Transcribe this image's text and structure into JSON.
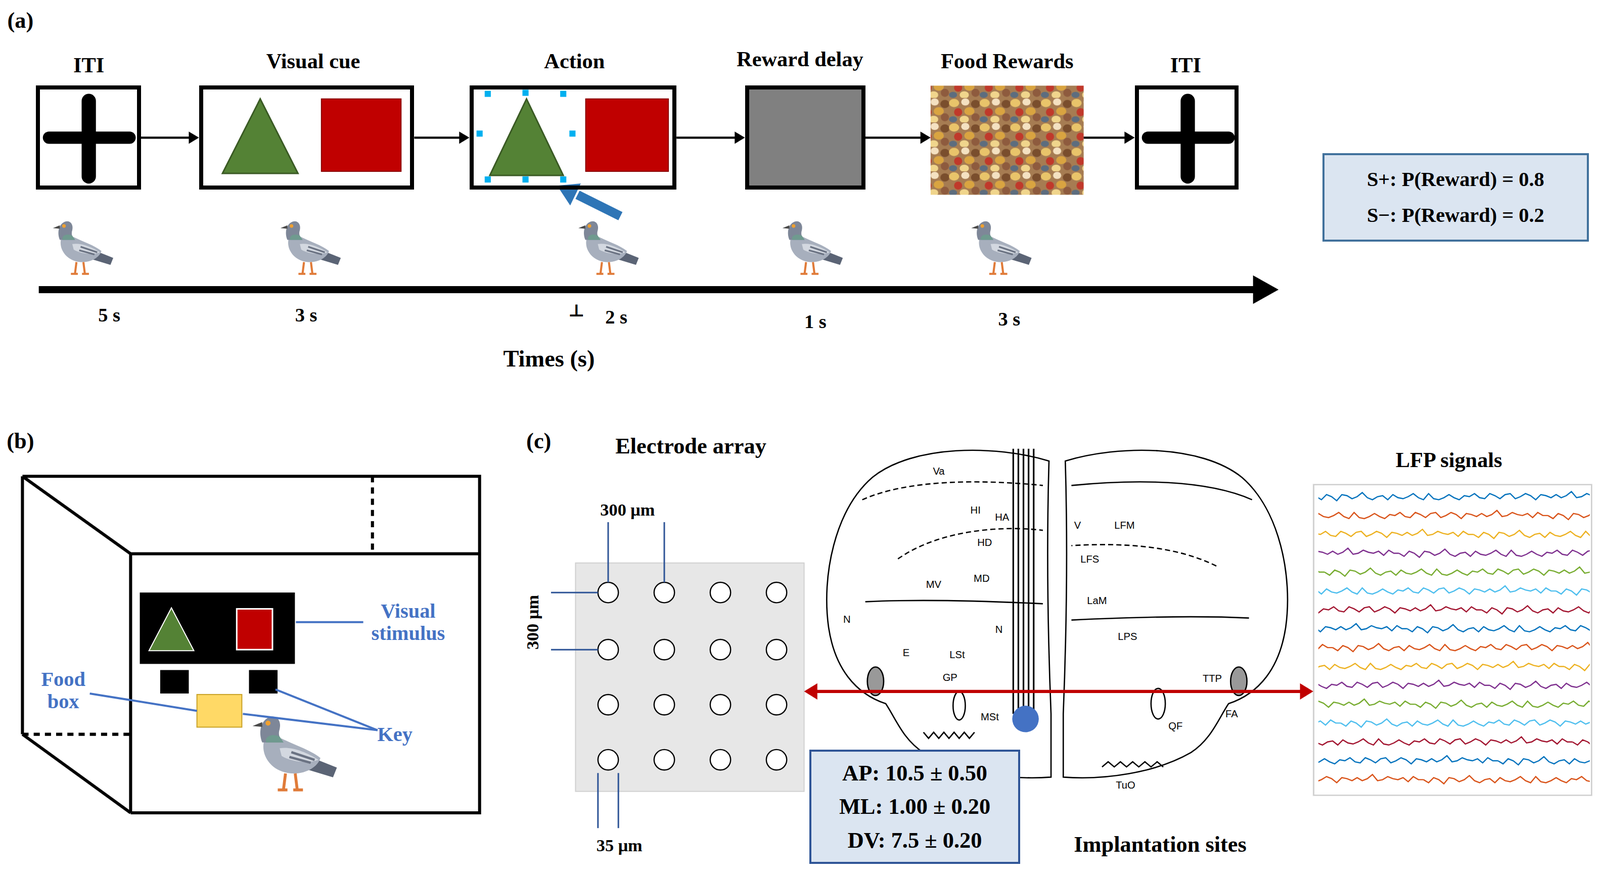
{
  "diagram": {
    "nodes": [
      {
        "text": [
          "ITI"
        ]
      },
      {
        "text": [
          "Visual cue"
        ]
      },
      {
        "text": [
          "Action"
        ]
      },
      {
        "text": [
          "Reward delay"
        ]
      },
      {
        "text": [
          "Food Rewards"
        ]
      },
      {
        "text": [
          "ITI"
        ]
      },
      {
        "text": [
          "S+: P(Reward) = 0.8",
          "S−: P(Reward) = 0.2"
        ]
      },
      {
        "text": [
          "Electrode array"
        ]
      },
      {
        "text": [
          "LFP signals"
        ]
      },
      {
        "text": [
          "AP: 10.5 ± 0.50",
          "ML: 1.00 ± 0.20",
          "DV: 7.5 ± 0.20"
        ]
      }
    ],
    "edges": [
      {
        "from": 0,
        "to": 1,
        "arrow": "to"
      },
      {
        "from": 1,
        "to": 2,
        "arrow": "to"
      },
      {
        "from": 2,
        "to": 3,
        "arrow": "to"
      },
      {
        "from": 3,
        "to": 4,
        "arrow": "to"
      },
      {
        "from": 4,
        "to": 5,
        "arrow": "to"
      },
      {
        "from": 7,
        "to": 8,
        "arrow": "both"
      }
    ],
    "labels": [
      "(a)",
      "5 s",
      "3 s",
      "⊥",
      "2 s",
      "1 s",
      "3 s",
      "Times (s)",
      "(b)",
      "Visual stimulus",
      "Food box",
      "Key",
      "(c)",
      "300 μm",
      "300 μm",
      "35 μm",
      "Va",
      "HI",
      "HA",
      "HD",
      "MV",
      "MD",
      "N",
      "E",
      "N",
      "LSt",
      "GP",
      "MSt",
      "V",
      "LFM",
      "LFS",
      "LaM",
      "LPS",
      "TTP",
      "FA",
      "QF",
      "TuO",
      "Implantation sites"
    ]
  }
}
